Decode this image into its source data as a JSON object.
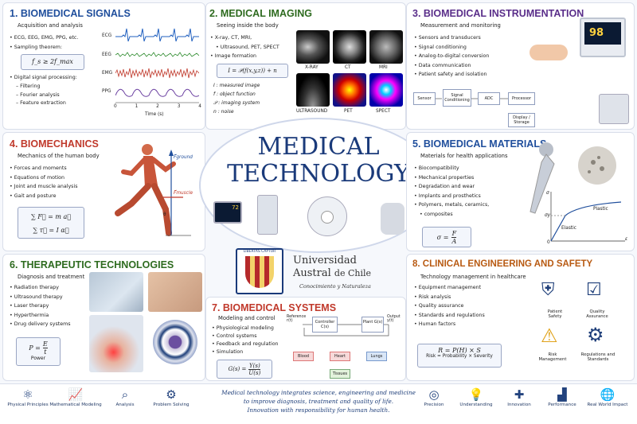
{
  "center": {
    "title1": "MEDICAL",
    "title2": "TECHNOLOGY",
    "university": "Universidad",
    "university2": "Austral",
    "university3": "de Chile",
    "motto": "Conocimiento y Naturaleza",
    "seal_text": "LIBERTAS CAPTUR"
  },
  "p1": {
    "title": "1. BIOMEDICAL SIGNALS",
    "sub": "Acquisition and analysis",
    "items": [
      "ECG, EEG, EMG, PPG, etc.",
      "Sampling theorem:"
    ],
    "formula": "f_s ≥ 2f_max",
    "dsp": "Digital signal processing:",
    "dsp_items": [
      "Filtering",
      "Fourier analysis",
      "Feature extraction"
    ],
    "signals": [
      "ECG",
      "EEG",
      "EMG",
      "PPG"
    ],
    "ticks": [
      "0",
      "1",
      "2",
      "3",
      "4"
    ],
    "xlabel": "Time (s)"
  },
  "p2": {
    "title": "2. MEDICAL IMAGING",
    "sub": "Seeing inside the body",
    "items": [
      "X-ray, CT, MRI,",
      "Ultrasound, PET, SPECT",
      "Image formation"
    ],
    "formula": "I = 𝒫(f(x,y,z)) + n",
    "defs": [
      "I : measured image",
      "f : object function",
      "𝒫 : imaging system",
      "n : noise"
    ],
    "images": [
      "X-RAY",
      "CT",
      "MRI",
      "ULTRASOUND",
      "PET",
      "SPECT"
    ]
  },
  "p3": {
    "title": "3. BIOMEDICAL INSTRUMENTATION",
    "sub": "Measurement and monitoring",
    "items": [
      "Sensors and transducers",
      "Signal conditioning",
      "Analog-to-digital conversion",
      "Data communication",
      "Patient safety and isolation"
    ],
    "blocks": [
      "Sensor",
      "Signal Conditioning",
      "ADC",
      "Processor",
      "Display / Storage"
    ],
    "monitor_val": "98",
    "monitor_val2": "72"
  },
  "p4": {
    "title": "4. BIOMECHANICS",
    "sub": "Mechanics of the human body",
    "items": [
      "Forces and moments",
      "Equations of motion",
      "Joint and muscle analysis",
      "Gait and posture"
    ],
    "eq1": "∑ F⃗ = m a⃗",
    "eq2": "∑ τ⃗ = I α⃗",
    "f1": "F⃗ground",
    "f2": "F⃗muscle",
    "theta": "θ"
  },
  "p5": {
    "title": "5. BIOMEDICAL MATERIALS",
    "sub": "Materials for health applications",
    "items": [
      "Biocompatibility",
      "Mechanical properties",
      "Degradation and wear",
      "Implants and prosthetics",
      "Polymers, metals, ceramics,",
      "composites"
    ],
    "formula_l": "σ =",
    "formula_n": "F",
    "formula_d": "A",
    "axis": [
      "σ",
      "σy",
      "0",
      "ε"
    ],
    "regions": [
      "Elastic",
      "Plastic"
    ]
  },
  "p6": {
    "title": "6. THERAPEUTIC TECHNOLOGIES",
    "sub": "Diagnosis and treatment",
    "items": [
      "Radiation therapy",
      "Ultrasound therapy",
      "Laser therapy",
      "Hyperthermia",
      "Drug delivery systems"
    ],
    "formula_l": "P =",
    "formula_n": "E",
    "formula_d": "t",
    "power": "Power"
  },
  "p7": {
    "title": "7. BIOMEDICAL SYSTEMS",
    "sub": "Modeling and control",
    "items": [
      "Physiological modeling",
      "Control systems",
      "Feedback and regulation",
      "Simulation"
    ],
    "formula_l": "G(s) =",
    "formula_n": "Y(s)",
    "formula_d": "U(s)",
    "blocks": [
      "Controller C(s)",
      "Plant G(s)",
      "Blood",
      "Heart",
      "Lungs",
      "Tissues"
    ],
    "ref": "Reference r(t)",
    "out": "Output y(t)"
  },
  "p8": {
    "title": "8. CLINICAL ENGINEERING AND SAFETY",
    "sub": "Technology management in healthcare",
    "items": [
      "Equipment management",
      "Risk analysis",
      "Quality assurance",
      "Standards and regulations",
      "Human factors"
    ],
    "formula1": "R = P(H) × S",
    "formula2": "Risk = Probability × Severity",
    "icons": [
      "Patient Safety",
      "Quality Assurance",
      "Risk Management",
      "Regulations and Standards"
    ]
  },
  "footer": {
    "left": [
      "Physical Principles",
      "Mathematical Modeling",
      "Analysis",
      "Problem Solving"
    ],
    "right": [
      "Precision",
      "Understanding",
      "Innovation",
      "Performance",
      "Real World Impact"
    ],
    "quote1": "Medical technology integrates science, engineering and medicine",
    "quote2": "to improve diagnosis, treatment and quality of life.",
    "quote3": "Innovation with responsibility for human health."
  },
  "colors": {
    "p1": "#1f4e9c",
    "p2": "#2e6b1f",
    "p3": "#5a2e8a",
    "p4": "#c0392b",
    "p5": "#1f4e9c",
    "p6": "#2e6b1f",
    "p7": "#c0392b",
    "p8": "#b85a12"
  }
}
